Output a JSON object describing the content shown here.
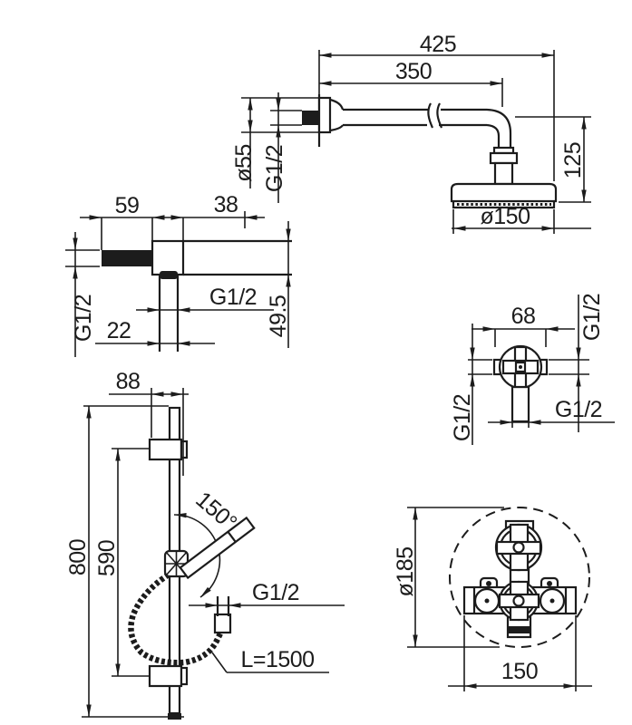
{
  "page": {
    "background_color": "#ffffff",
    "ink_color": "#1c1c1c",
    "description": "shower system installation dimension drawing"
  },
  "drawing": {
    "overhead_shower": {
      "total_projection": "425",
      "arm_length": "350",
      "flange_diameter": "ø55",
      "wall_thread": "G1/2",
      "head_drop_height": "125",
      "head_diameter": "ø150"
    },
    "wall_elbow": {
      "thread_length": "59",
      "body_length": "38",
      "inlet_thread": "G1/2",
      "outlet_thread": "G1/2",
      "outlet_diameter": "22",
      "body_height": "49.5"
    },
    "stop_valve": {
      "body_width": "68",
      "side_thread_right": "G1/2",
      "side_thread_left": "G1/2",
      "bottom_thread": "G1/2"
    },
    "slide_bar": {
      "bracket_width": "88",
      "bar_length": "800",
      "bracket_spacing": "590",
      "handset_angle": "150°",
      "hose_thread": "G1/2",
      "hose_length": "L=1500"
    },
    "concealed_mixer": {
      "escutcheon_diameter": "ø185",
      "body_width": "150"
    }
  }
}
